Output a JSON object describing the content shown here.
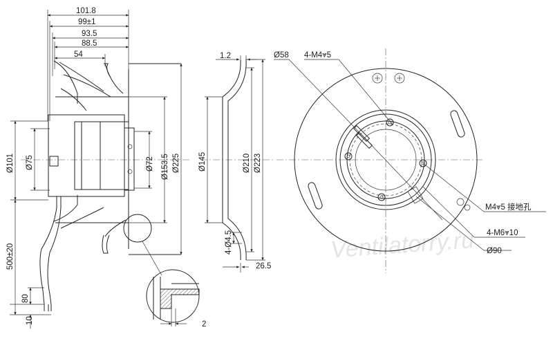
{
  "side_view": {
    "top_dims": [
      "101.8",
      "99±1",
      "93.5",
      "88.5",
      "54"
    ],
    "left_dims": [
      "Ø101",
      "Ø75",
      "500±20",
      "80",
      "10"
    ],
    "inner_dims": [
      "Ø72",
      "Ø153.5",
      "Ø225"
    ],
    "detail_dim": "2"
  },
  "section_view": {
    "top_dim": "1.2",
    "diam_dims": [
      "Ø145",
      "Ø210",
      "Ø223"
    ],
    "bottom_dims": [
      "4-Ø4.5",
      "26.5"
    ]
  },
  "front_view": {
    "labels": [
      "Ø58",
      "4-M4⩔5",
      "M4⩔5 接地孔",
      "4-M6⩔10",
      "Ø90"
    ]
  },
  "watermark": "Ventilatorry.ru"
}
